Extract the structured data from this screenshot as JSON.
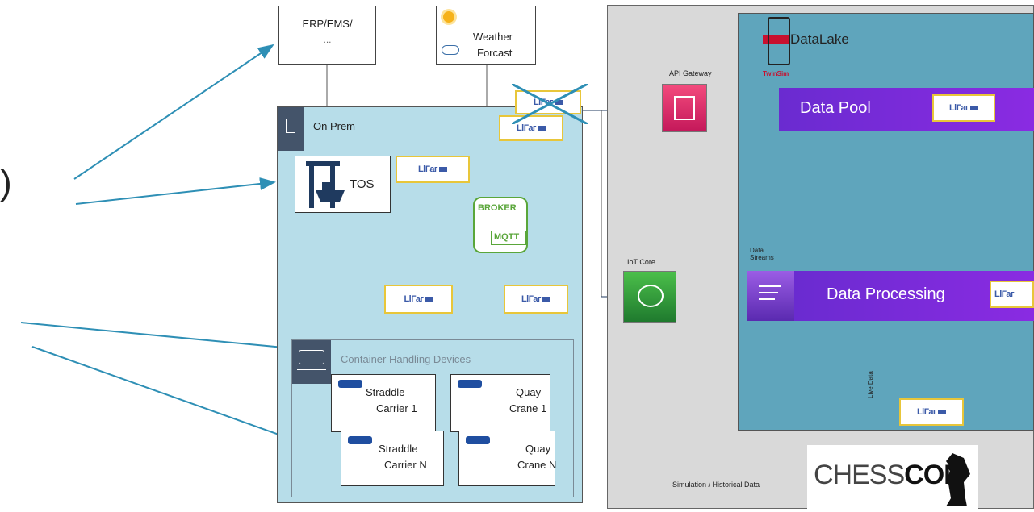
{
  "left_fragment": ")",
  "external": {
    "erp": {
      "line1": "ERP/EMS/",
      "line2": "..."
    },
    "weather": {
      "line1": "Weather",
      "line2": "Forcast"
    }
  },
  "onprem": {
    "title": "On Prem",
    "tos": "TOS",
    "broker": {
      "top": "BROKER",
      "bottom": "MQTT"
    },
    "chd_title": "Container Handling Devices",
    "devices": [
      {
        "line1": "Straddle",
        "line2": "Carrier 1"
      },
      {
        "line1": "Quay",
        "line2": "Crane 1"
      },
      {
        "line1": "Straddle",
        "line2": "Carrier N"
      },
      {
        "line1": "Quay",
        "line2": "Crane N"
      }
    ]
  },
  "cloud": {
    "datalake": "DataLake",
    "twinsim": "TwinSim",
    "api_gateway": "API Gateway",
    "iot_core": "IoT Core",
    "data_streams": "Data\nStreams",
    "data_pool": "Data Pool",
    "data_processing": "Data Processing",
    "live_data": "Live Data",
    "sim_label": "Simulation  / Historical  Data",
    "chesscon": {
      "a": "CHESS",
      "b": "CON"
    }
  },
  "chip_text": "LlГаг",
  "colors": {
    "arrow": "#2e8fb5",
    "onprem_bg": "#b7dde9",
    "cloud_outer": "#d9d9d9",
    "datalake_bg": "#5fa5bc",
    "purple": "#7a2ee0",
    "chip_border": "#e8c63a",
    "api_pink": "#e0306a",
    "iot_green": "#2e9e3e"
  }
}
